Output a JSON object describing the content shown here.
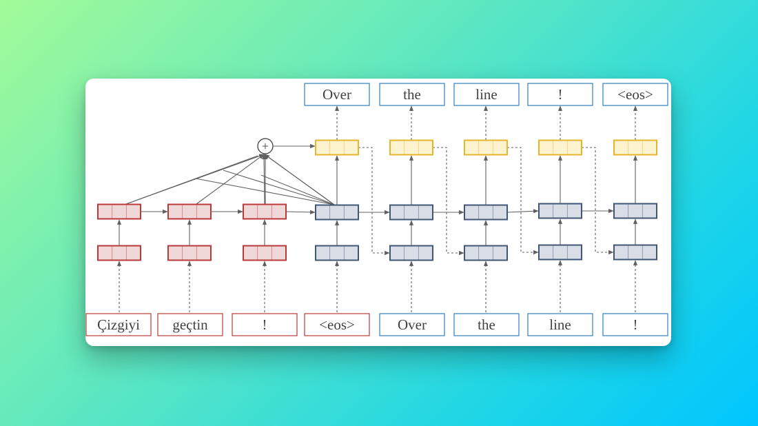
{
  "colors": {
    "encoder_border": "#b83a3a",
    "encoder_fill": "#f0d7d8",
    "decoder_border": "#3f5677",
    "decoder_fill": "#d9dde5",
    "output_border": "#e6b52c",
    "output_fill": "#fdf3cf",
    "input_box_encoder": "#b83a3a",
    "input_box_decoder": "#2f7fc0",
    "arrow": "#606060",
    "text": "#404040"
  },
  "source_tokens": [
    "Çizgiyi",
    "geçtin",
    "!"
  ],
  "decoder_inputs": [
    "<eos>",
    "Over",
    "the",
    "line",
    "!"
  ],
  "outputs": [
    "Over",
    "the",
    "line",
    "!",
    "<eos>"
  ],
  "attention_symbol": "+"
}
